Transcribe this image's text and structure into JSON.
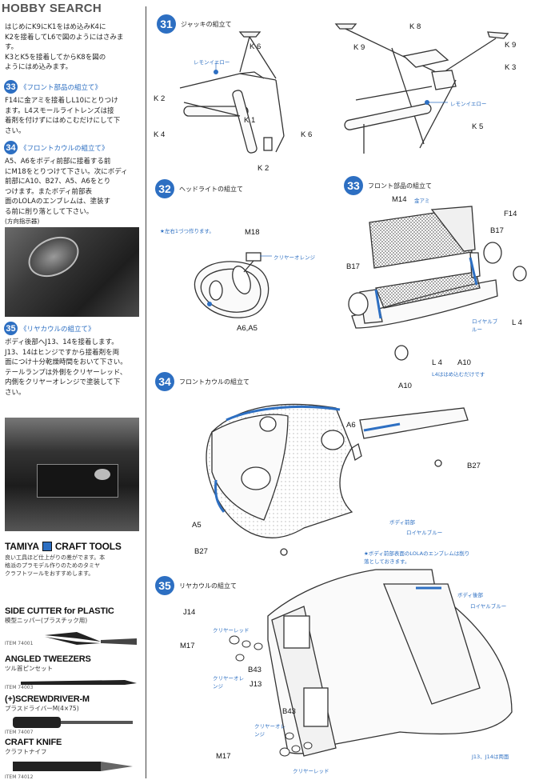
{
  "watermark": {
    "brand": "HOBBY SEARCH"
  },
  "left_column": {
    "intro_lines": [
      "はじめにK9にK1をはめ込みK4に",
      "K2を接着してL6で図のようにはさみま",
      "す。",
      "K3とK5を接着してからK8を図の",
      "ようにはめ込みます。"
    ],
    "sec33": {
      "num": "33",
      "title": "《フロント部品の組立て》",
      "lines": [
        "F14に金アミを接着しL10にとりつけ",
        "ます。L4スモールライトレンズは接",
        "着剤を付けずにはめこむだけにして下",
        "さい。"
      ]
    },
    "sec34": {
      "num": "34",
      "title": "《フロントカウルの組立て》",
      "lines": [
        "A5、A6をボディ前部に接着する前",
        "にM18をとりつけて下さい。次にボディ",
        "前部にA10、B27、A5、A6をとり",
        "つけます。またボディ前部表",
        "面のLOLAのエンブレムは、塗装す",
        "る前に削り落として下さい。"
      ],
      "photo_caption": "(方向指示器)"
    },
    "sec35": {
      "num": "35",
      "title": "《リヤカウルの組立て》",
      "lines": [
        "ボディ後部へJ13、14を接着します。",
        "J13、14はヒンジですから接着剤を両",
        "面につけ十分乾燥時間をおいて下さい。",
        "テールランプは外側をクリヤーレッド、",
        "内側をクリヤーオレンジで塗装して下",
        "さい。"
      ]
    },
    "craft_tools": {
      "brand": "TAMIYA",
      "heading": "CRAFT TOOLS",
      "description": [
        "良い工具ほど仕上がりの差がでます。本",
        "格派のプラモデル作りのためのタミヤ",
        "クラフトツールをおすすめします。"
      ],
      "items": [
        {
          "title": "SIDE CUTTER for PLASTIC",
          "sub": "模型ニッパー(プラスチック用)",
          "item": "ITEM 74001"
        },
        {
          "title": "ANGLED TWEEZERS",
          "sub": "ツル首ピンセット",
          "item": "ITEM 74003"
        },
        {
          "title": "(+)SCREWDRIVER-M",
          "sub": "プラスドライバーM(4×75)",
          "item": "ITEM 74007"
        },
        {
          "title": "CRAFT KNIFE",
          "sub": "クラフトナイフ",
          "item": "ITEM 74012"
        }
      ]
    }
  },
  "steps": {
    "s31": {
      "num": "31",
      "title": "ジャッキの組立て",
      "labels": {
        "k6a": "K 6",
        "k9a": "K 9",
        "k2a": "K 2",
        "k1": "K 1",
        "k4": "K 4",
        "k6b": "K 6",
        "k2b": "K 2",
        "k8": "K 8",
        "k9b": "K 9",
        "k3": "K 3",
        "k5": "K 5"
      },
      "color_a": "レモンイエロー",
      "color_b": "レモンイエロー"
    },
    "s32": {
      "num": "32",
      "title": "ヘッドライトの組立て",
      "note": "★左右1づつ作ります。",
      "m18": "M18",
      "color": "クリヤーオレンジ",
      "a6a5": "A6,A5"
    },
    "s33": {
      "num": "33",
      "title": "フロント部品の組立て",
      "m14": "M14",
      "m14_note": "金アミ",
      "f14": "F14",
      "b17a": "B17",
      "b17b": "B17",
      "l4a": "L 4",
      "l4b": "L 4",
      "a10": "A10",
      "royal": "ロイヤルブルー",
      "note": "L4ははめ込むだけです"
    },
    "s34": {
      "num": "34",
      "title": "フロントカウルの組立て",
      "a10": "A10",
      "a6": "A6",
      "b27a": "B27",
      "a5": "A5",
      "b27b": "B27",
      "body_front": "ボディ前部",
      "royal": "ロイヤルブルー",
      "note": [
        "★ボディ前部表面のLOLAのエンブレムは削り",
        "落としておきます。"
      ]
    },
    "s35": {
      "num": "35",
      "title": "リヤカウルの組立て",
      "j14": "J14",
      "j13": "J13",
      "m17a": "M17",
      "m17b": "M17",
      "b43a": "B43",
      "b43b": "B43",
      "clear_red_a": "クリヤーレッド",
      "clear_red_b": "クリヤーレッド",
      "clear_orange_a": "クリヤーオレンジ",
      "clear_orange_b": "クリヤーオレンジ",
      "body_rear": "ボディ後部",
      "royal": "ロイヤルブルー",
      "note": "J13、J14は両面"
    }
  },
  "colors": {
    "accent": "#2d6fc2",
    "line": "#333333"
  }
}
